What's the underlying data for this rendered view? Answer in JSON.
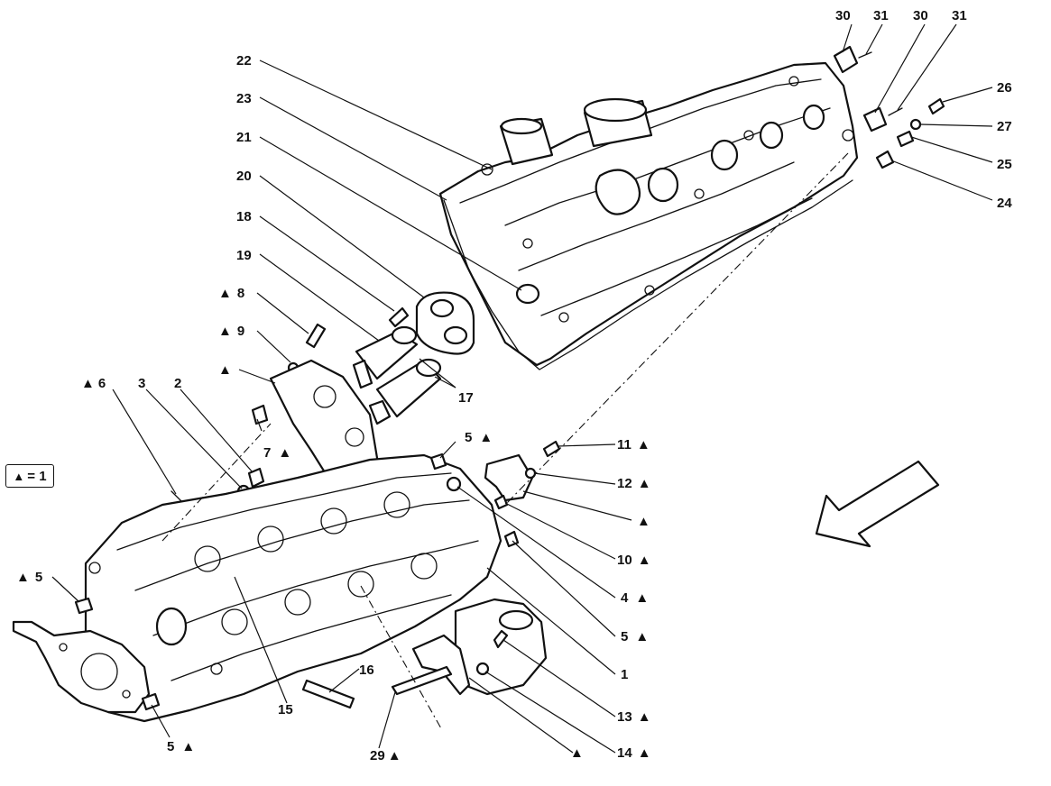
{
  "legend": {
    "symbol": "▲",
    "text": "= 1"
  },
  "triangle": "▲",
  "labels": [
    {
      "id": "l30a",
      "text": "30",
      "tri": false
    },
    {
      "id": "l31a",
      "text": "31",
      "tri": false
    },
    {
      "id": "l30b",
      "text": "30",
      "tri": false
    },
    {
      "id": "l31b",
      "text": "31",
      "tri": false
    },
    {
      "id": "l26",
      "text": "26",
      "tri": false
    },
    {
      "id": "l27",
      "text": "27",
      "tri": false
    },
    {
      "id": "l25",
      "text": "25",
      "tri": false
    },
    {
      "id": "l24",
      "text": "24",
      "tri": false
    },
    {
      "id": "l22",
      "text": "22",
      "tri": false
    },
    {
      "id": "l23",
      "text": "23",
      "tri": false
    },
    {
      "id": "l21",
      "text": "21",
      "tri": false
    },
    {
      "id": "l20",
      "text": "20",
      "tri": false
    },
    {
      "id": "l18",
      "text": "18",
      "tri": false
    },
    {
      "id": "l19",
      "text": "19",
      "tri": false
    },
    {
      "id": "l8",
      "text": "8",
      "tri": true
    },
    {
      "id": "l9",
      "text": "9",
      "tri": true
    },
    {
      "id": "ltri1",
      "text": "",
      "tri": true
    },
    {
      "id": "l17",
      "text": "17",
      "tri": false
    },
    {
      "id": "l6",
      "text": "6",
      "tri": true
    },
    {
      "id": "l3",
      "text": "3",
      "tri": false
    },
    {
      "id": "l2",
      "text": "2",
      "tri": false
    },
    {
      "id": "l7",
      "text": "7",
      "tri": true
    },
    {
      "id": "l5a",
      "text": "5",
      "tri": true
    },
    {
      "id": "l11",
      "text": "11",
      "tri": true
    },
    {
      "id": "l12",
      "text": "12",
      "tri": true
    },
    {
      "id": "ltri2",
      "text": "",
      "tri": true
    },
    {
      "id": "l10",
      "text": "10",
      "tri": true
    },
    {
      "id": "l4",
      "text": "4",
      "tri": true
    },
    {
      "id": "l5b",
      "text": "5",
      "tri": true
    },
    {
      "id": "l5c",
      "text": "5",
      "tri": true
    },
    {
      "id": "l1",
      "text": "1",
      "tri": false
    },
    {
      "id": "l16",
      "text": "16",
      "tri": false
    },
    {
      "id": "l15",
      "text": "15",
      "tri": false
    },
    {
      "id": "l13",
      "text": "13",
      "tri": true
    },
    {
      "id": "l14",
      "text": "14",
      "tri": true
    },
    {
      "id": "ltri3",
      "text": "",
      "tri": true
    },
    {
      "id": "l29",
      "text": "29",
      "tri": true
    },
    {
      "id": "l5d",
      "text": "5",
      "tri": true
    }
  ]
}
